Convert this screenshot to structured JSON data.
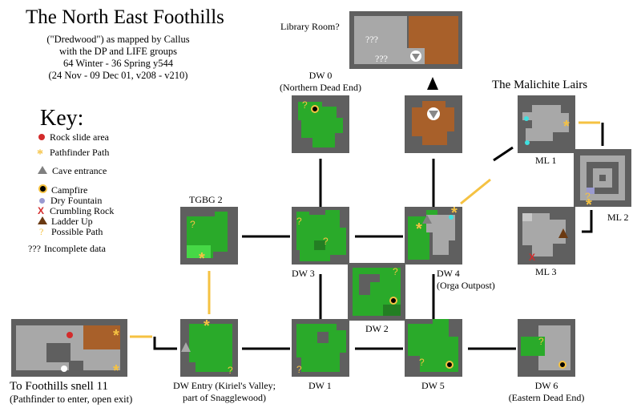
{
  "header": {
    "title": "The North East Foothills",
    "subtitle_lines": [
      "(\"Dredwood\") as mapped by Callus",
      "with the DP and LIFE groups",
      "64 Winter - 36 Spring y544",
      "(24 Nov - 09 Dec 01, v208 - v210)"
    ]
  },
  "key": {
    "heading": "Key:",
    "items": [
      {
        "icon": "rock-slide-icon",
        "label": "Rock slide area",
        "color": "#d32b2b"
      },
      {
        "icon": "pathfinder-star-icon",
        "label": "Pathfinder Path",
        "color": "#f5c242"
      },
      {
        "icon": "cave-entrance-icon",
        "label": "Cave entrance",
        "color": "#808080"
      },
      {
        "icon": "campfire-icon",
        "label": "Campfire",
        "color": "#f5c242"
      },
      {
        "icon": "dry-fountain-icon",
        "label": "Dry Fountain",
        "color": "#9a9ad0"
      },
      {
        "icon": "crumbling-rock-icon",
        "label": "Crumbling Rock",
        "color": "#d32b2b"
      },
      {
        "icon": "ladder-up-icon",
        "label": "Ladder Up",
        "color": "#6b3a12"
      },
      {
        "icon": "possible-path-icon",
        "label": "Possible Path",
        "color": "#f5c242"
      },
      {
        "icon": "incomplete-data-icon",
        "label": "Incomplete data",
        "symbol": "???"
      }
    ]
  },
  "rooms": {
    "library": {
      "name": "Library Room?",
      "incomplete_marks": [
        "???",
        "???"
      ]
    },
    "dw0": {
      "name": "DW 0",
      "sub": "(Northern Dead End)"
    },
    "malichite_heading": "The Malichite Lairs",
    "ml1": {
      "name": "ML 1"
    },
    "ml2": {
      "name": "ML 2"
    },
    "ml3": {
      "name": "ML 3"
    },
    "tgbg2": {
      "name": "TGBG 2"
    },
    "dw3": {
      "name": "DW 3"
    },
    "dw4": {
      "name": "DW 4",
      "sub": "(Orga Outpost)"
    },
    "dw2": {
      "name": "DW 2"
    },
    "dw1": {
      "name": "DW 1"
    },
    "dw5": {
      "name": "DW 5"
    },
    "dw6": {
      "name": "DW 6",
      "sub": "(Eastern Dead End)"
    },
    "entry": {
      "name": "DW Entry (Kiriel's Valley;",
      "sub": "part of Snagglewood)"
    },
    "foothills": {
      "name": "To Foothills snell 11",
      "sub": "(Pathfinder to enter, open exit)"
    }
  },
  "colors": {
    "tile_bg": "#5f5f5f",
    "grass": "#2aaa2a",
    "stone": "#a8a8a8",
    "dirt": "#a8602a",
    "connector": "#000000",
    "pathfinder": "#f5c242"
  }
}
